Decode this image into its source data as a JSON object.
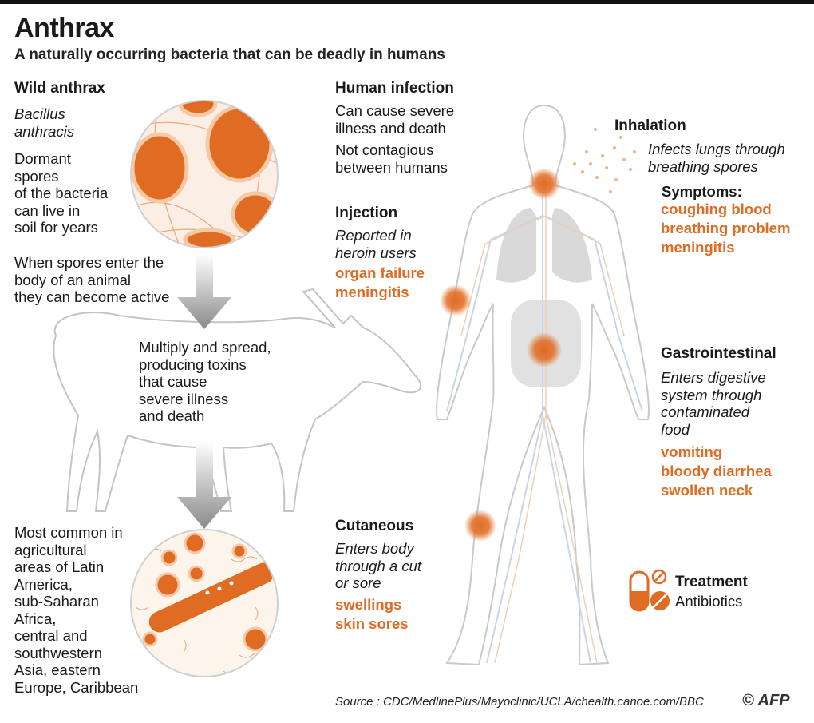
{
  "title": "Anthrax",
  "subtitle": "A naturally occurring bacteria that can be deadly in humans",
  "wild": {
    "heading": "Wild anthrax",
    "species": [
      "Bacillus",
      "anthracis"
    ],
    "dormant": [
      "Dormant",
      "spores",
      "of the bacteria",
      "can live in",
      "soil for years"
    ],
    "enter": [
      "When spores enter the",
      "body of an animal",
      "they can become active"
    ],
    "multiply": [
      "Multiply and spread,",
      "producing toxins",
      "that cause",
      "severe illness",
      "and death"
    ],
    "common": [
      "Most common in",
      "agricultural",
      "areas of Latin",
      "America,",
      "sub-Saharan",
      "Africa,",
      "central and",
      "southwestern",
      "Asia, eastern",
      "Europe, Caribbean"
    ]
  },
  "human": {
    "heading": "Human infection",
    "severe": [
      "Can cause severe",
      "illness and death"
    ],
    "contagious": [
      "Not contagious",
      "between humans"
    ]
  },
  "injection": {
    "heading": "Injection",
    "desc": [
      "Reported in",
      "heroin users"
    ],
    "symptoms": [
      "organ failure",
      "meningitis"
    ]
  },
  "inhalation": {
    "heading": "Inhalation",
    "desc": [
      "Infects lungs through",
      "breathing spores"
    ],
    "symptoms_label": "Symptoms:",
    "symptoms": [
      "coughing blood",
      "breathing problem",
      "meningitis"
    ]
  },
  "gastro": {
    "heading": "Gastrointestinal",
    "desc": [
      "Enters digestive",
      "system through",
      "contaminated",
      "food"
    ],
    "symptoms": [
      "vomiting",
      "bloody diarrhea",
      "swollen neck"
    ]
  },
  "cutaneous": {
    "heading": "Cutaneous",
    "desc": [
      "Enters body",
      "through a cut",
      "or sore"
    ],
    "symptoms": [
      "swellings",
      "skin sores"
    ]
  },
  "treatment": {
    "heading": "Treatment",
    "value": "Antibiotics"
  },
  "source": "Source : CDC/MedlinePlus/Mayoclinic/UCLA/chealth.canoe.com/BBC",
  "credit": "© AFP",
  "colors": {
    "accent": "#e06b22",
    "spore": "#f0b48a",
    "text": "#1a1a1a",
    "outline": "#bdbdbd"
  }
}
